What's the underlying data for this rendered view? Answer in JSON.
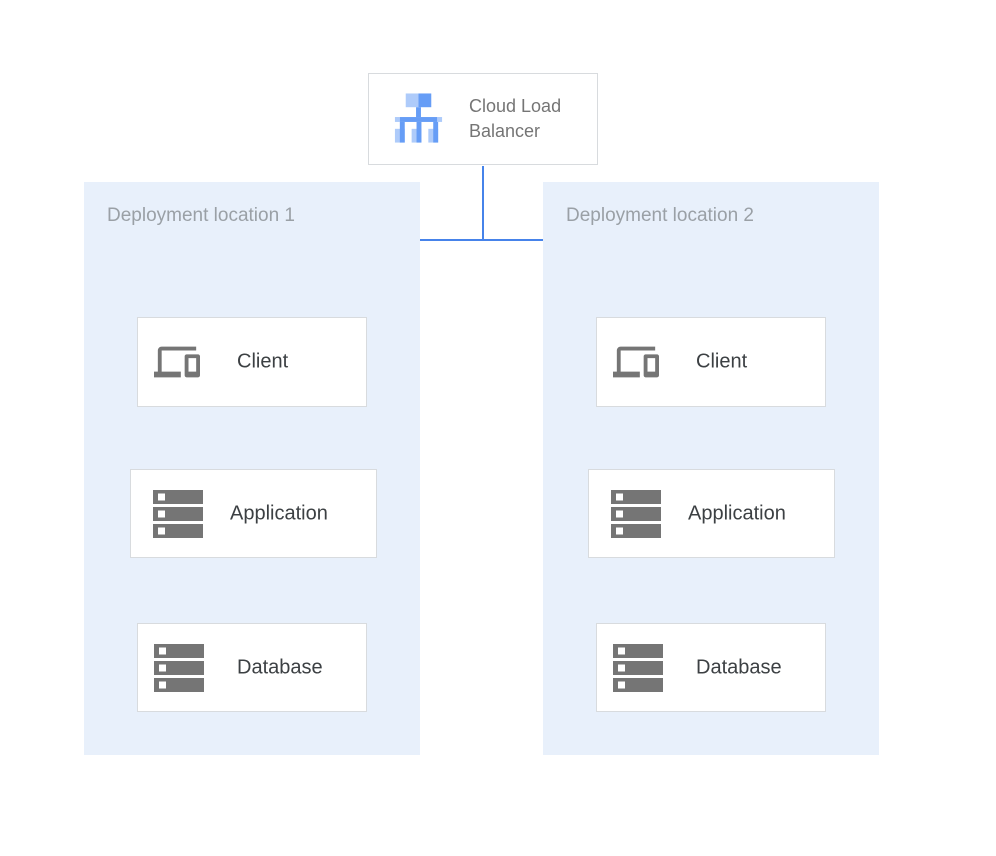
{
  "diagram": {
    "load_balancer": {
      "label": "Cloud Load Balancer",
      "icon": "cloud-load-balancer-icon"
    },
    "locations": [
      {
        "title": "Deployment location 1",
        "nodes": [
          {
            "label": "Client",
            "icon": "devices-icon"
          },
          {
            "label": "Application",
            "icon": "servers-icon"
          },
          {
            "label": "Database",
            "icon": "servers-icon"
          }
        ]
      },
      {
        "title": "Deployment location 2",
        "nodes": [
          {
            "label": "Client",
            "icon": "devices-icon"
          },
          {
            "label": "Application",
            "icon": "servers-icon"
          },
          {
            "label": "Database",
            "icon": "servers-icon"
          }
        ]
      }
    ],
    "colors": {
      "connector_blue": "#4683EA",
      "panel_background": "#E8F0FB",
      "icon_blue_light": "#AECBFA",
      "icon_blue_medium": "#669DF6",
      "icon_gray": "#757575",
      "node_border": "#D8DBDE",
      "node_label_dark": "#3C4043",
      "panel_title_gray": "#9AA0A6",
      "lb_label_gray": "#757575"
    }
  }
}
